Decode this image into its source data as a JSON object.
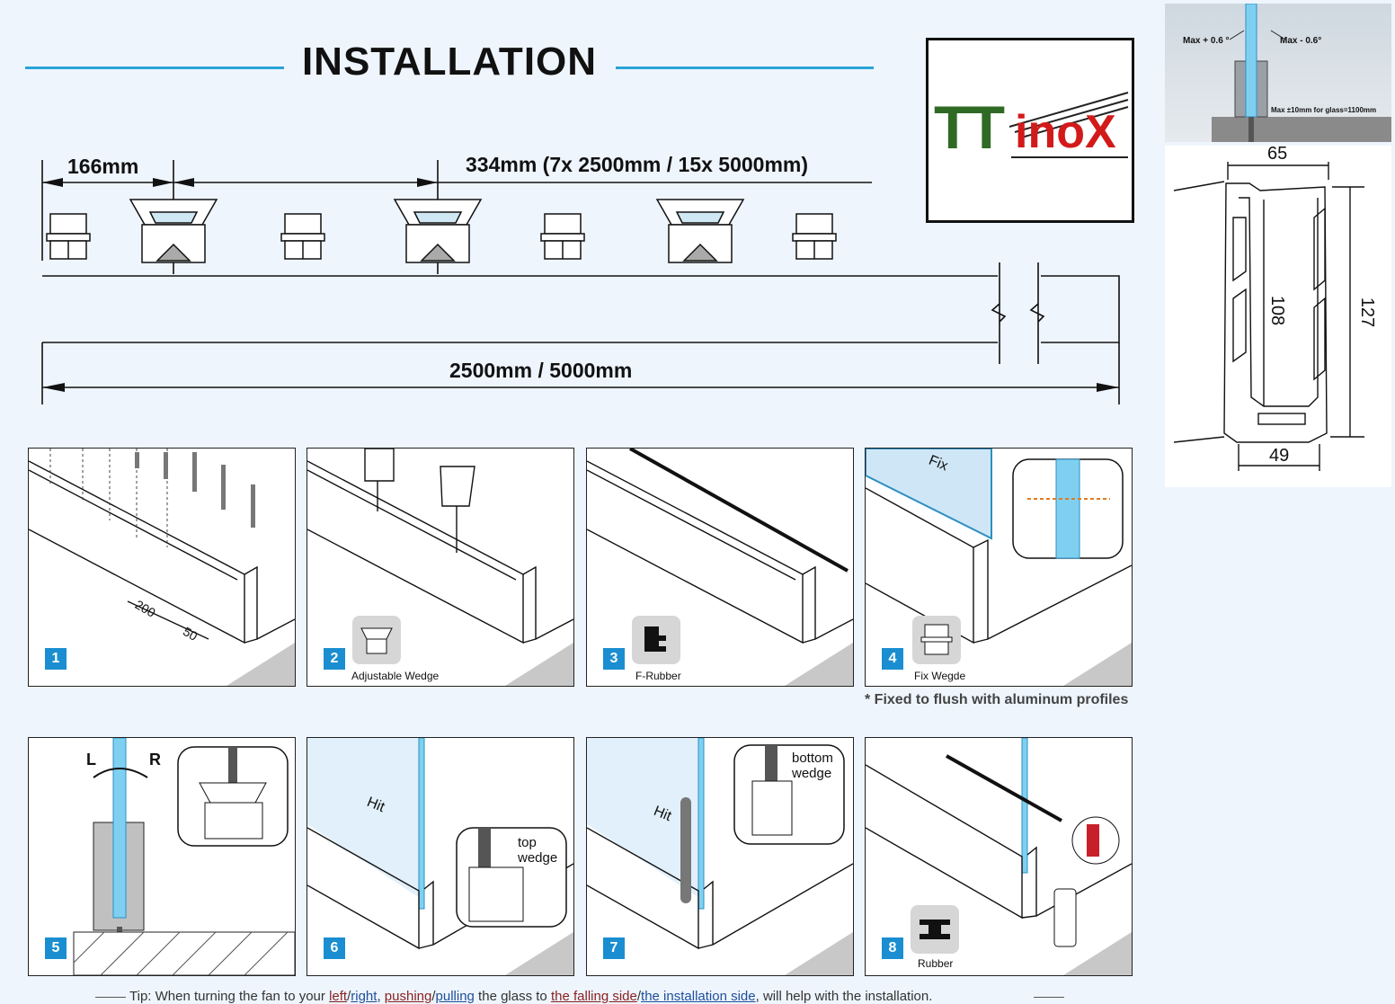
{
  "header": {
    "title": "INSTALLATION"
  },
  "logo": {
    "text_tt": "TT",
    "text_inox": "inoX"
  },
  "top_diagram": {
    "dim_left": "166mm",
    "dim_spacing": "334mm (7x 2500mm / 15x 5000mm)",
    "dim_total": "2500mm / 5000mm"
  },
  "profile": {
    "photo_labels": [
      "Max + 0.6 °",
      "Max - 0.6°",
      "Max ±10mm for glass=1100mm"
    ],
    "width_top": "65",
    "inner_height": "108",
    "total_height": "127",
    "width_bottom": "49"
  },
  "steps": [
    {
      "number": "1",
      "caption": "",
      "dim_a": "200",
      "dim_b": "50"
    },
    {
      "number": "2",
      "caption": "Adjustable Wedge"
    },
    {
      "number": "3",
      "caption": "F-Rubber"
    },
    {
      "number": "4",
      "caption": "Fix Wegde",
      "label": "Fix"
    },
    {
      "number": "5",
      "caption": "",
      "left": "L",
      "right": "R"
    },
    {
      "number": "6",
      "caption": "",
      "label": "Hit",
      "callout": "top\nwedge"
    },
    {
      "number": "7",
      "caption": "",
      "label": "Hit",
      "callout": "bottom\nwedge"
    },
    {
      "number": "8",
      "caption": "Rubber"
    }
  ],
  "note": "* Fixed to flush with aluminum profiles",
  "tip": {
    "t1": "Tip: When turning the fan to your ",
    "left": "left",
    "slash1": "/",
    "right": "right",
    "t2": ", ",
    "pushing": "pushing",
    "slash2": "/",
    "pulling": "pulling",
    "t3": " the glass to ",
    "falling": "the falling side",
    "slash3": "/",
    "installation": "the installation side",
    "t4": ", will help with the installation."
  }
}
